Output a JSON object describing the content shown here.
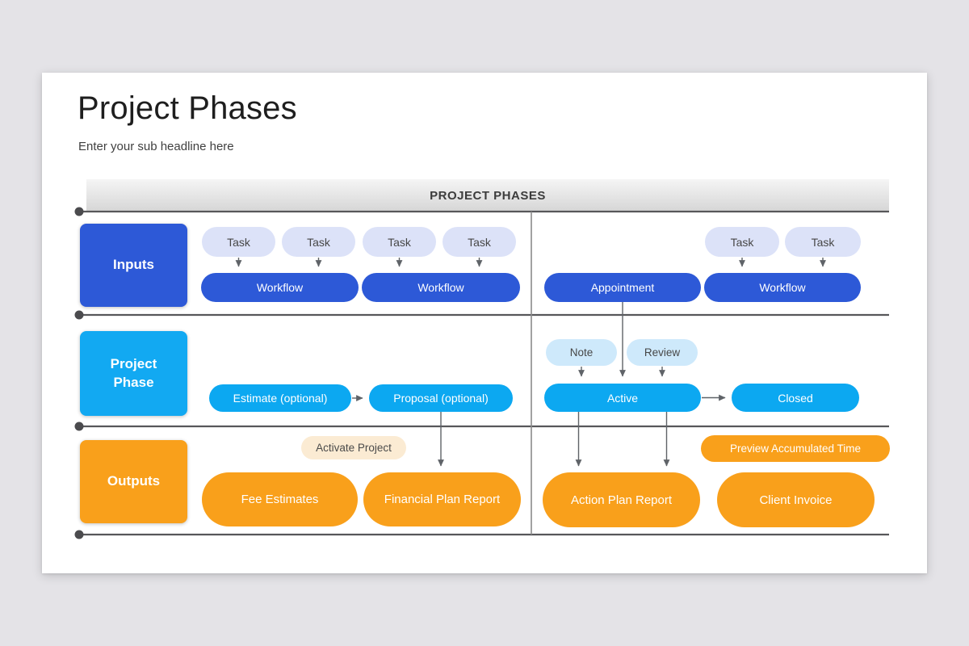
{
  "slide": {
    "title": "Project Phases",
    "subtitle": "Enter your sub headline here",
    "banner_title": "PROJECT PHASES"
  },
  "rows": {
    "inputs": {
      "label": "Inputs",
      "color": "#2D59D7"
    },
    "project_phase": {
      "label": "Project Phase",
      "color": "#12A9F2"
    },
    "outputs": {
      "label": "Outputs",
      "color": "#F9A01B"
    }
  },
  "nodes": {
    "task": "Task",
    "workflow": "Workflow",
    "appointment": "Appointment",
    "note": "Note",
    "review": "Review",
    "estimate": "Estimate (optional)",
    "proposal": "Proposal (optional)",
    "active": "Active",
    "closed": "Closed",
    "activate_project": "Activate Project",
    "fee_estimates": "Fee Estimates",
    "financial_plan_report": "Financial Plan Report",
    "action_plan_report": "Action Plan Report",
    "client_invoice": "Client Invoice",
    "preview_accumulated_time": "Preview Accumulated Time"
  },
  "edges": [
    "task-1 -> workflow-1",
    "task-2 -> workflow-1",
    "task-3 -> workflow-2",
    "task-4 -> workflow-2",
    "task-5 -> workflow-3",
    "task-6 -> workflow-3",
    "appointment -> active",
    "note -> active",
    "review -> active",
    "estimate -> proposal",
    "active -> closed",
    "proposal -> financial_plan_report",
    "active -> action_plan_report",
    "active -> action_plan_report"
  ],
  "colors": {
    "page_background": "#E4E3E7",
    "royal_blue": "#2D59D7",
    "cyan": "#0CA8F1",
    "orange": "#F9A01B",
    "task_pill_bg": "#DCE2F8",
    "note_pill_bg": "#CEE9FB",
    "cream_pill_bg": "#FBEBD3",
    "timeline_line": "#57575A",
    "arrow": "#5F6368"
  }
}
